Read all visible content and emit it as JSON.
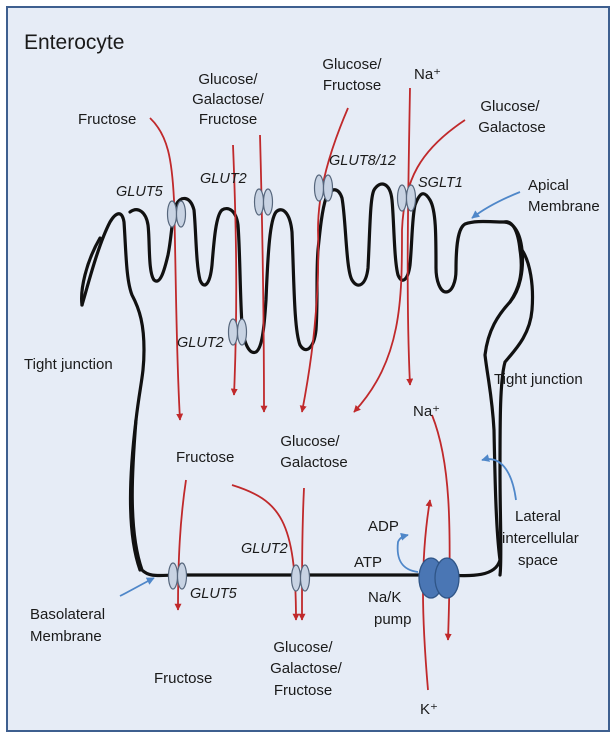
{
  "title": "Enterocyte",
  "labels": {
    "fructose_top": "Fructose",
    "gal_top_1": "Glucose/",
    "gal_top_2": "Galactose/",
    "gal_top_3": "Fructose",
    "gf_top_1": "Glucose/",
    "gf_top_2": "Fructose",
    "na_top": "Na⁺",
    "gg_top_1": "Glucose/",
    "gg_top_2": "Galactose",
    "apical_1": "Apical",
    "apical_2": "Membrane",
    "glut5_top": "GLUT5",
    "glut2_top": "GLUT2",
    "glut8": "GLUT8/12",
    "sglt1": "SGLT1",
    "glut2_mid": "GLUT2",
    "tj_left": "Tight junction",
    "tj_right": "Tight junction",
    "na_inside": "Na⁺",
    "fructose_inside": "Fructose",
    "gg_inside_1": "Glucose/",
    "gg_inside_2": "Galactose",
    "adp": "ADP",
    "atp": "ATP",
    "lateral_1": "Lateral",
    "lateral_2": "intercellular",
    "lateral_3": "space",
    "glut2_bottom": "GLUT2",
    "glut5_bottom": "GLUT5",
    "basolateral_1": "Basolateral",
    "basolateral_2": "Membrane",
    "pump_1": "Na/K",
    "pump_2": "pump",
    "fructose_bottom": "Fructose",
    "gal_bottom_1": "Glucose/",
    "gal_bottom_2": "Galactose/",
    "gal_bottom_3": "Fructose",
    "k_bottom": "K⁺"
  },
  "colors": {
    "background": "#e6ecf6",
    "border": "#3e5f8f",
    "membrane": "#111111",
    "transport_arrow": "#c0292b",
    "pointer_arrow": "#4f87c9",
    "transporter": "#c8d3e3",
    "pump": "#4a76b4"
  }
}
